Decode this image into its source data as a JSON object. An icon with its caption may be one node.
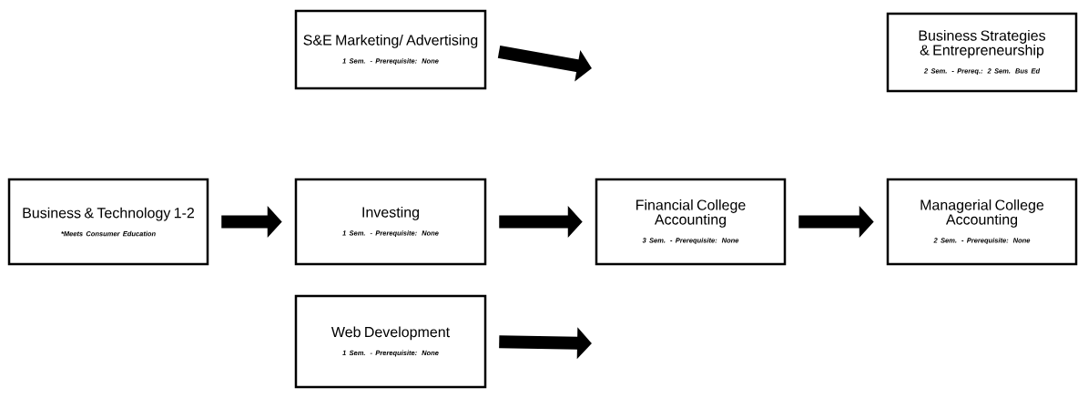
{
  "diagram": {
    "nodes": [
      {
        "text": [
          "Business & Technology 1-2",
          "*Meets Consumer Education"
        ]
      },
      {
        "text": [
          "S&E Marketing/ Advertising",
          "1 Sem. - Prerequisite: None"
        ]
      },
      {
        "text": [
          "Investing",
          "1 Sem. - Prerequisite: None"
        ]
      },
      {
        "text": [
          "Web Development",
          "1 Sem. - Prerequisite: None"
        ]
      },
      {
        "text": [
          "Financial College Accounting",
          "3 Sem. - Prerequisite: None"
        ]
      },
      {
        "text": [
          "Business Strategies & Entrepreneurship",
          "2 Sem. - Prereq.: 2 Sem. Bus Ed"
        ]
      },
      {
        "text": [
          "Managerial College Accounting",
          "2 Sem. - Prerequisite: None"
        ]
      }
    ],
    "edges": [
      {
        "from": 0,
        "to": 2,
        "arrow": "to"
      },
      {
        "from": 1,
        "to": null,
        "arrow": "to"
      },
      {
        "from": 2,
        "to": 4,
        "arrow": "to"
      },
      {
        "from": 3,
        "to": null,
        "arrow": "to"
      },
      {
        "from": 4,
        "to": 6,
        "arrow": "to"
      }
    ]
  }
}
